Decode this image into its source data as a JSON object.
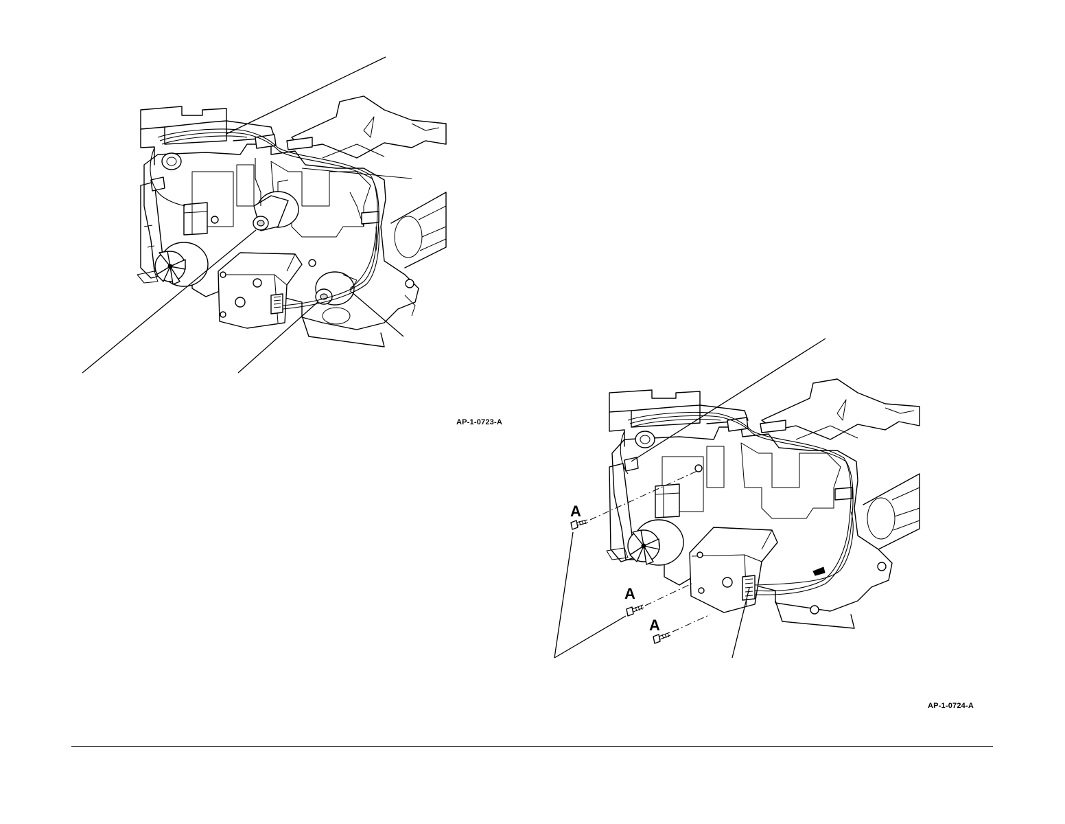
{
  "figures": [
    {
      "id_label": "AP-1-0723-A",
      "callouts": []
    },
    {
      "id_label": "AP-1-0724-A",
      "callouts": [
        "A",
        "A",
        "A"
      ]
    }
  ]
}
